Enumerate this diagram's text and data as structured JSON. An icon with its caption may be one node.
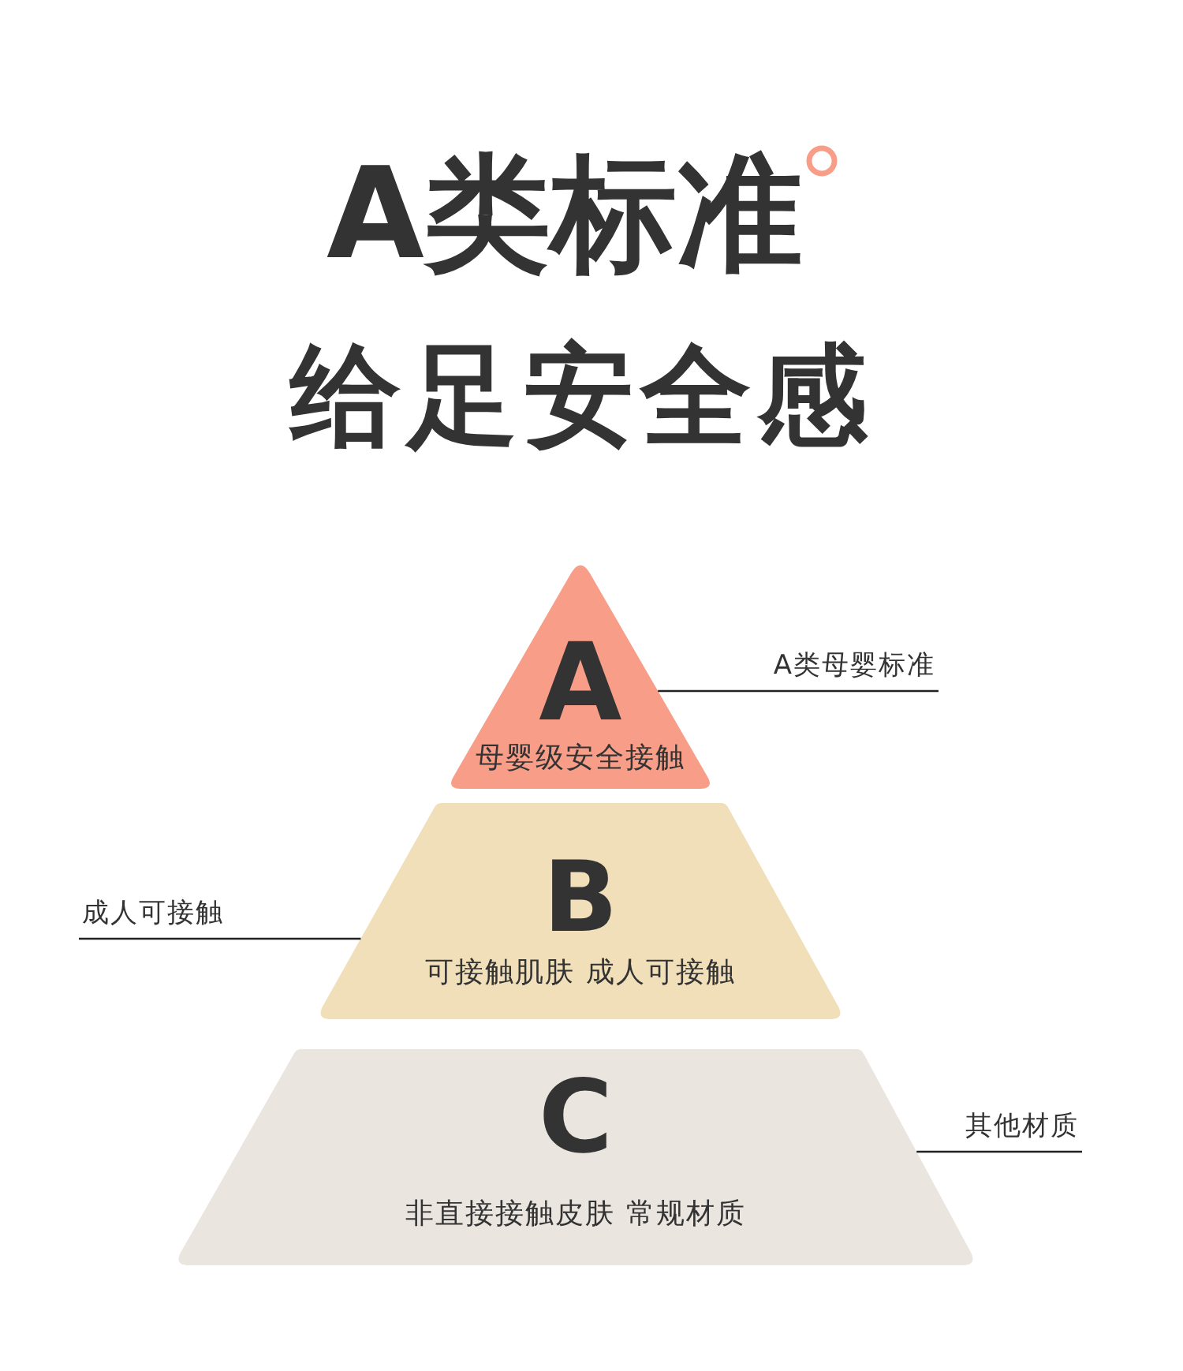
{
  "diagram": {
    "title": "A类标准",
    "nodes": [
      {
        "text": [
          "A",
          "母婴级安全接触"
        ]
      },
      {
        "text": [
          "A类母婴标准"
        ]
      },
      {
        "text": [
          "B",
          "可接触肌肤 成人可接触"
        ]
      },
      {
        "text": [
          "成人可接触"
        ]
      },
      {
        "text": [
          "C",
          "非直接接触皮肤 常规材质"
        ]
      },
      {
        "text": [
          "其他材质"
        ]
      }
    ],
    "edges": [
      {
        "from": 1,
        "to": 0,
        "arrow": "none"
      },
      {
        "from": 3,
        "to": 2,
        "arrow": "none"
      },
      {
        "from": 5,
        "to": 4,
        "arrow": "none"
      }
    ],
    "labels": [
      "给足安全感"
    ]
  }
}
